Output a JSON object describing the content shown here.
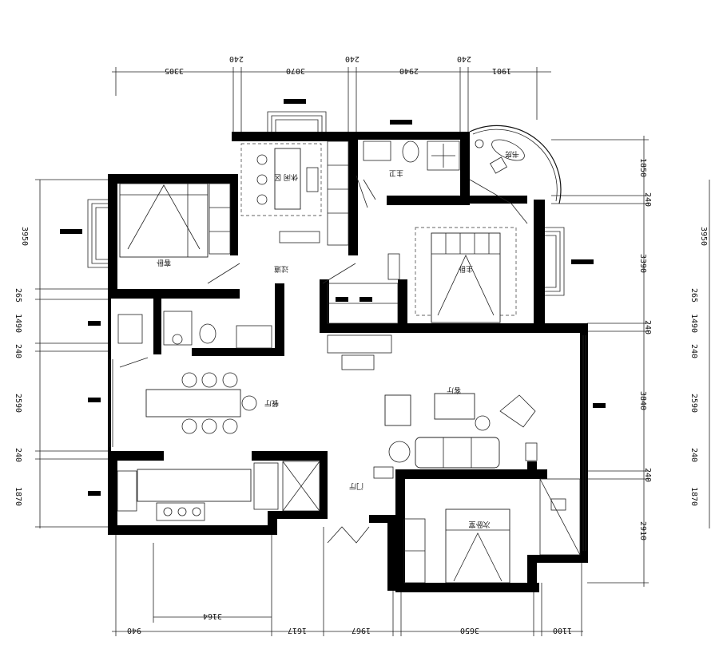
{
  "dimensions": {
    "top": [
      "3305",
      "240",
      "3070",
      "240",
      "2940",
      "240",
      "1901"
    ],
    "bottom": [
      "940",
      "3164",
      "1617",
      "1967",
      "3650",
      "1100"
    ],
    "right_outer": [
      "1850",
      "240",
      "3390",
      "240",
      "3840",
      "240",
      "2910"
    ],
    "left_outer": [
      "3950",
      "265",
      "1490",
      "240",
      "2590",
      "240",
      "1870"
    ],
    "far_right": [
      "3950",
      "265",
      "1490",
      "240",
      "2590",
      "240",
      "1870"
    ]
  },
  "rooms": {
    "guest_bedroom": "客卧",
    "study_room": "书房",
    "hobby_room": "休闲\n区",
    "master_bath": "主卫",
    "corridor": "过道",
    "master_bedroom": "主卧",
    "living_room": "客厅",
    "dining_room": "餐厅",
    "entrance": "门厅",
    "second_bedroom": "次卧室"
  }
}
